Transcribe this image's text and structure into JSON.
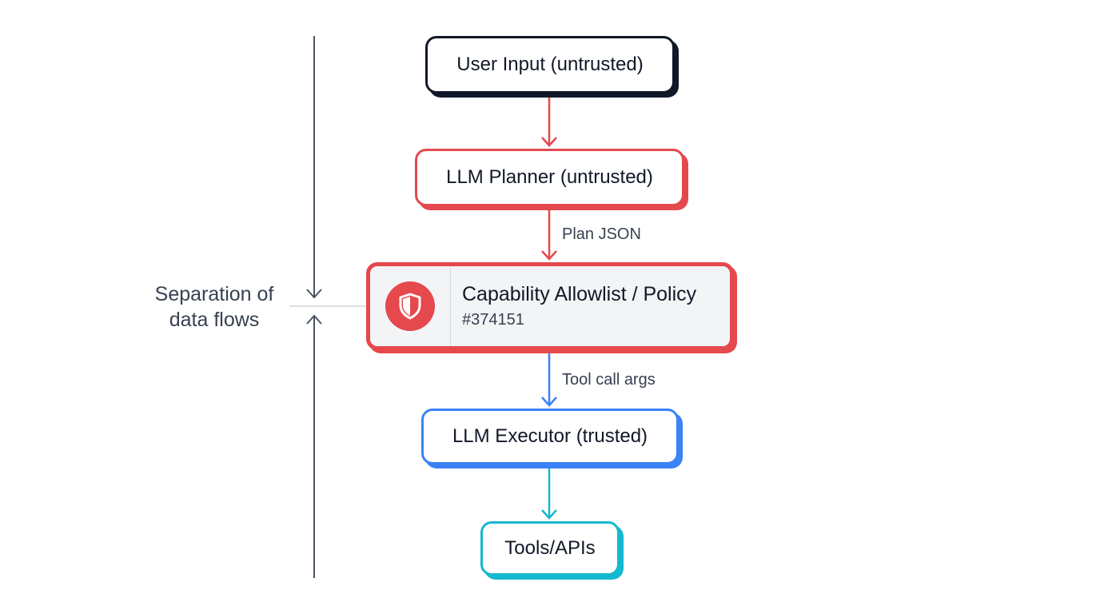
{
  "nodes": {
    "user_input": "User Input (untrusted)",
    "llm_planner": "LLM Planner (untrusted)",
    "policy": {
      "title": "Capability Allowlist / Policy",
      "subtitle": "#374151",
      "icon": "shield-icon"
    },
    "llm_executor": "LLM Executor (trusted)",
    "tools": "Tools/APIs"
  },
  "edges": {
    "plan_json": "Plan JSON",
    "tool_call_args": "Tool call args"
  },
  "separation": {
    "line1": "Separation of",
    "line2": "data flows"
  },
  "colors": {
    "untrusted": "#e5484d",
    "trusted": "#3b82f6",
    "tools": "#14b8cf",
    "neutral": "#111827",
    "guide": "#4b5563"
  }
}
